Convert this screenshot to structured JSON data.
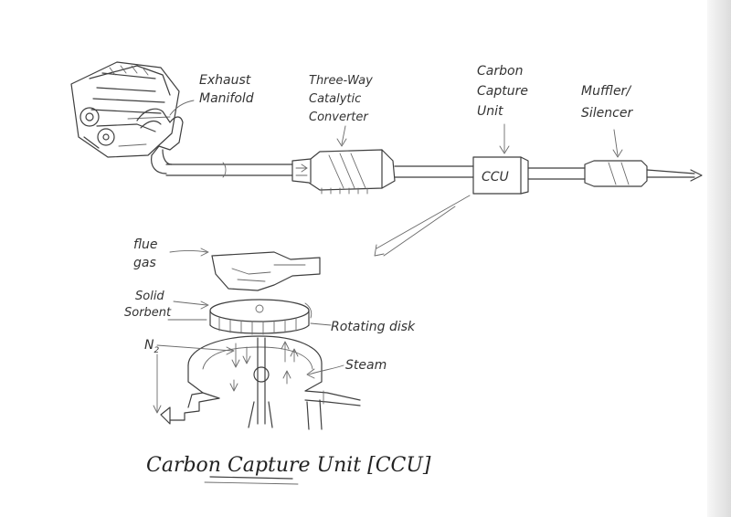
{
  "labels": {
    "exhaust_manifold_1": "Exhaust",
    "exhaust_manifold_2": "Manifold",
    "catalytic_1": "Three-Way",
    "catalytic_2": "Catalytic",
    "catalytic_3": "Converter",
    "ccu_1": "Carbon",
    "ccu_2": "Capture",
    "ccu_3": "Unit",
    "ccu_box": "CCU",
    "muffler_1": "Muffler/",
    "muffler_2": "Silencer",
    "flue_1": "flue",
    "flue_2": "gas",
    "sorbent_1": "Solid",
    "sorbent_2": "Sorbent",
    "rotating_disk": "Rotating disk",
    "n2": "N",
    "n2_sub": "2",
    "steam": "Steam"
  },
  "title": "Carbon Capture Unit [CCU]"
}
